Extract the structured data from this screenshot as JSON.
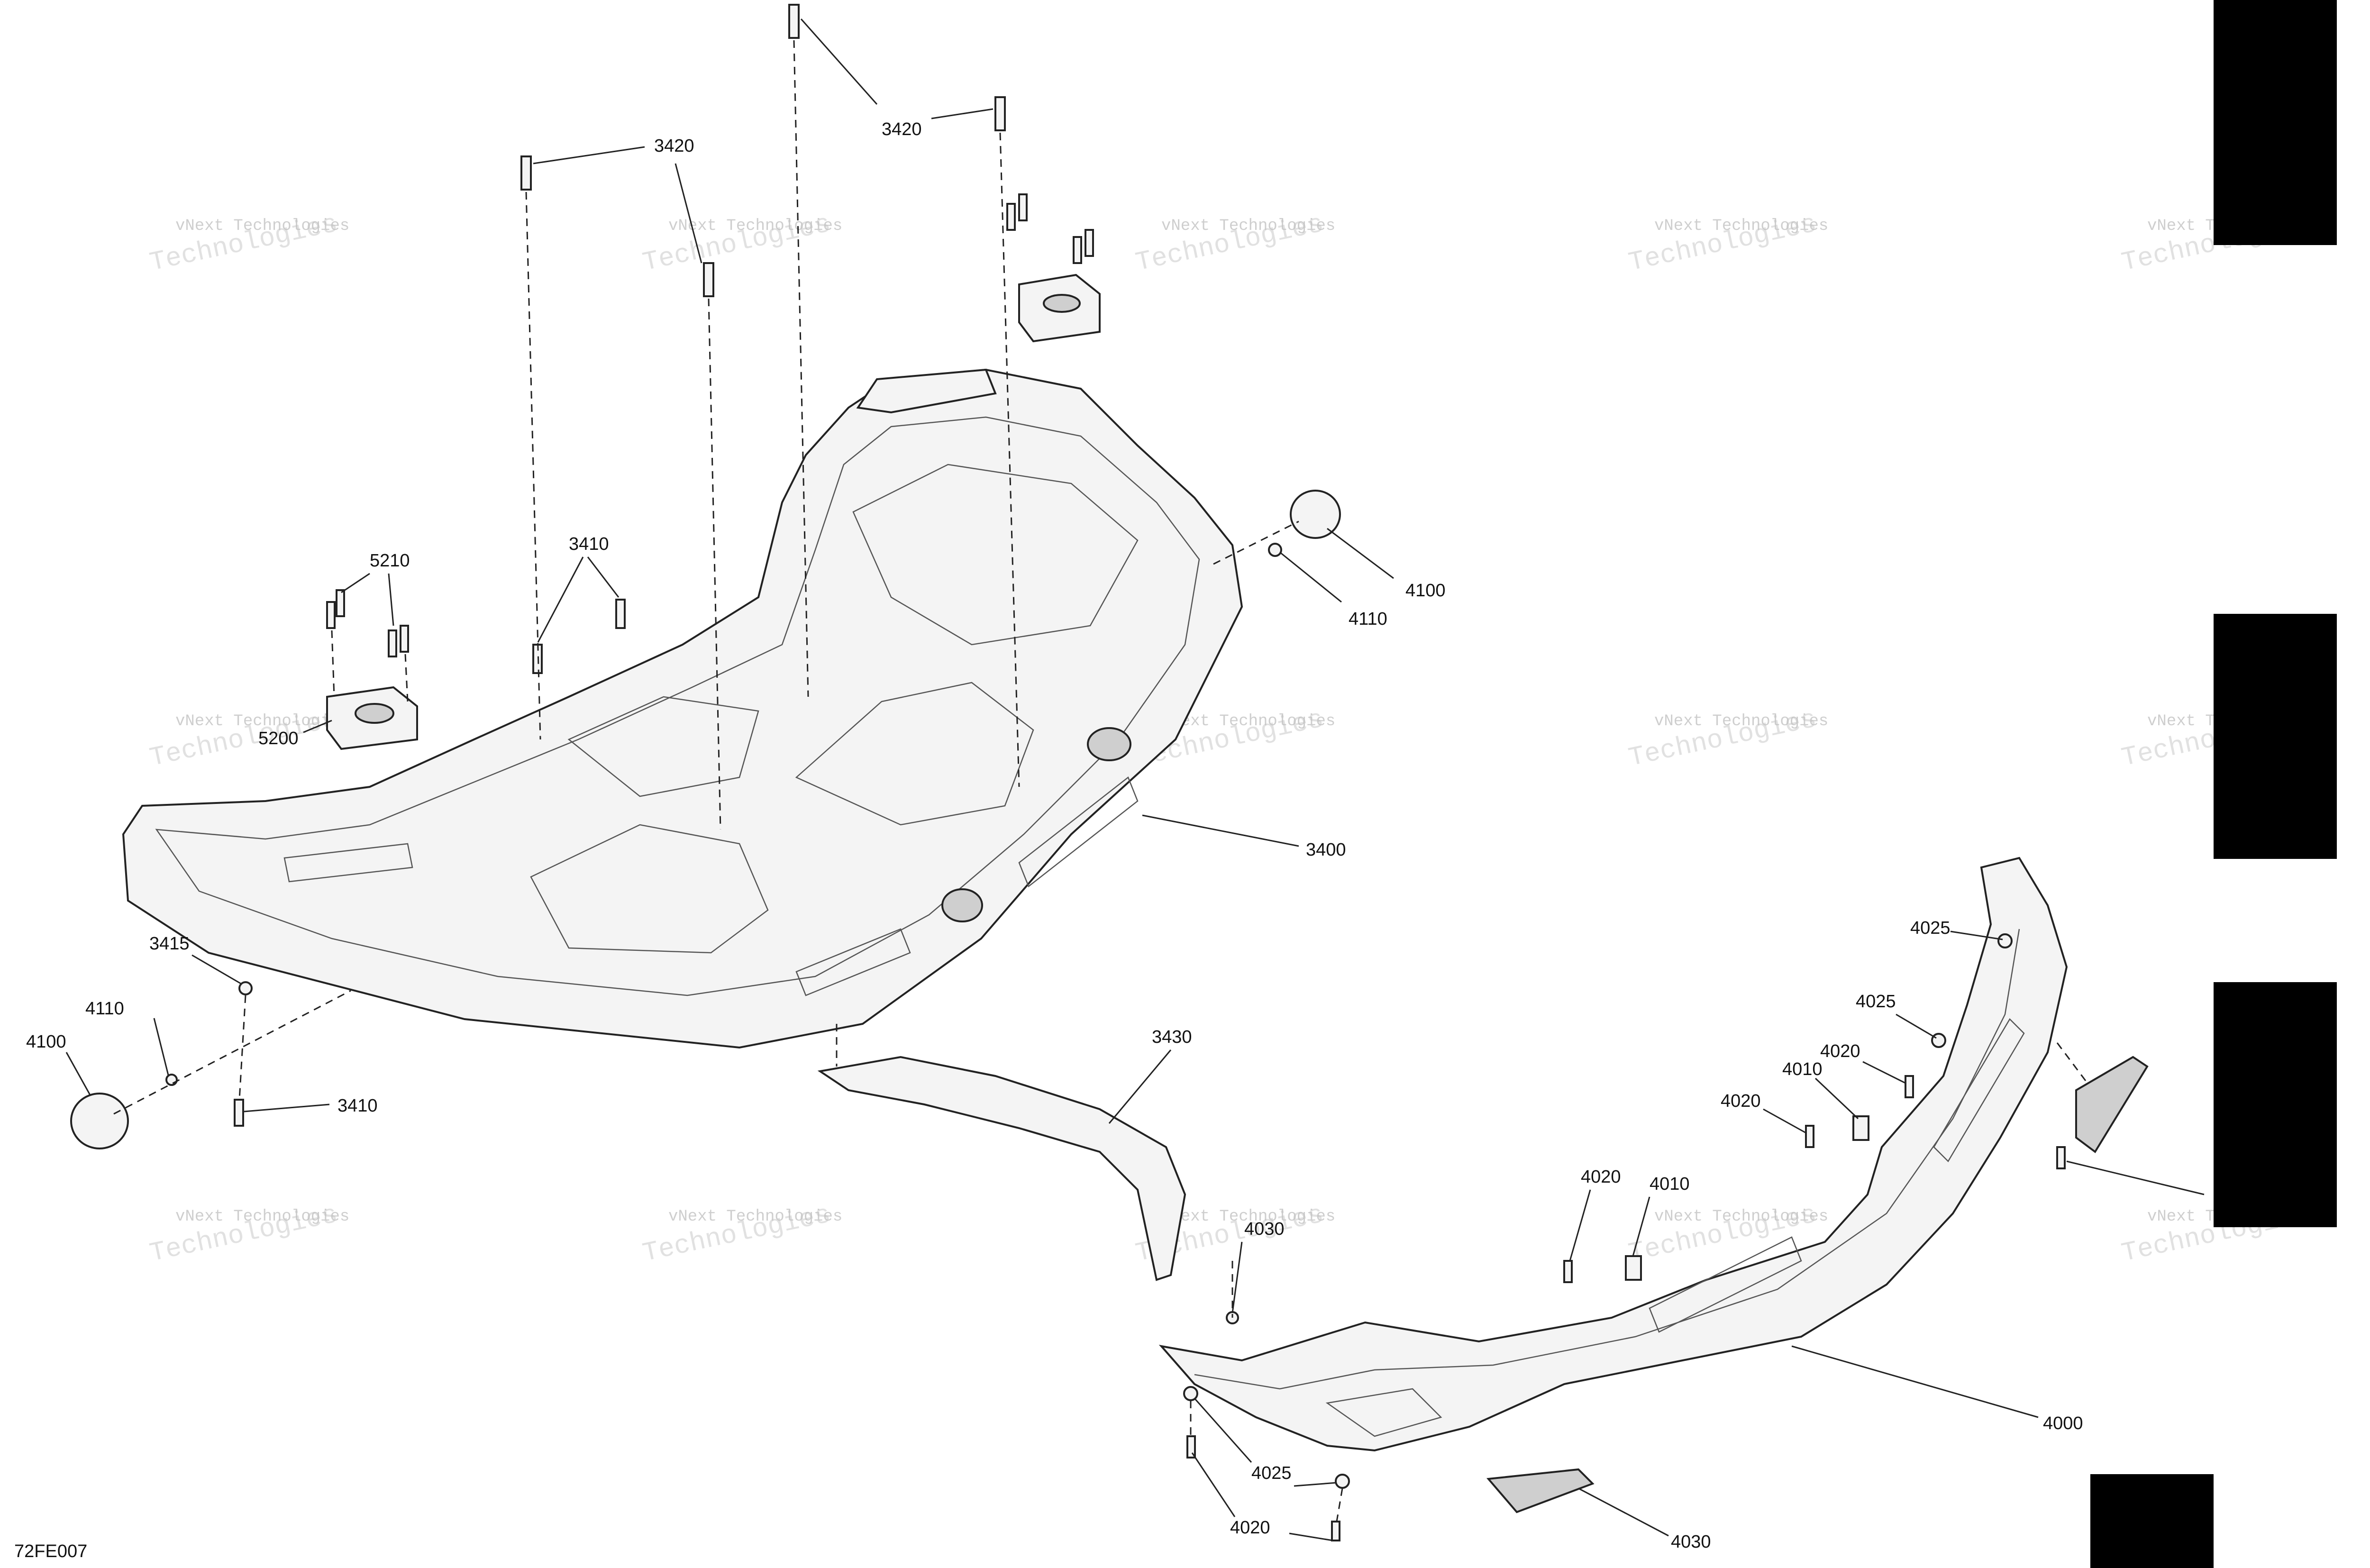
{
  "callouts": {
    "c3420a": "3420",
    "c3420b": "3420",
    "c5210": "5210",
    "c3410a": "3410",
    "c5200": "5200",
    "c4100a": "4100",
    "c4110a": "4110",
    "c3400": "3400",
    "c3415": "3415",
    "c4110b": "4110",
    "c4100b": "4100",
    "c3410b": "3410",
    "c3430": "3430",
    "c4025a": "4025",
    "c4025b": "4025",
    "c4020a": "4020",
    "c4010a": "4010",
    "c4020b": "4020",
    "c4020c": "4020",
    "c4010b": "4010",
    "c4030a": "4030",
    "c4000": "4000",
    "c4025c": "4025",
    "c4020d": "4020",
    "c4030b": "4030"
  },
  "watermark": {
    "line1": "vNext Technologies",
    "line2": "Technologies"
  },
  "figure_ref": "72FE007"
}
